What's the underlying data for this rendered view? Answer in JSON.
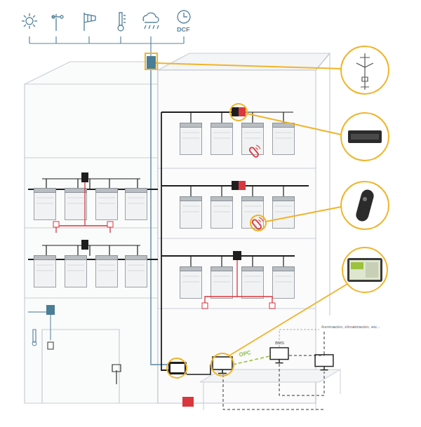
{
  "diagram": {
    "labels": [
      "DCF",
      "OPC",
      "BMS",
      "iluminación, climatización, etc..."
    ]
  }
}
